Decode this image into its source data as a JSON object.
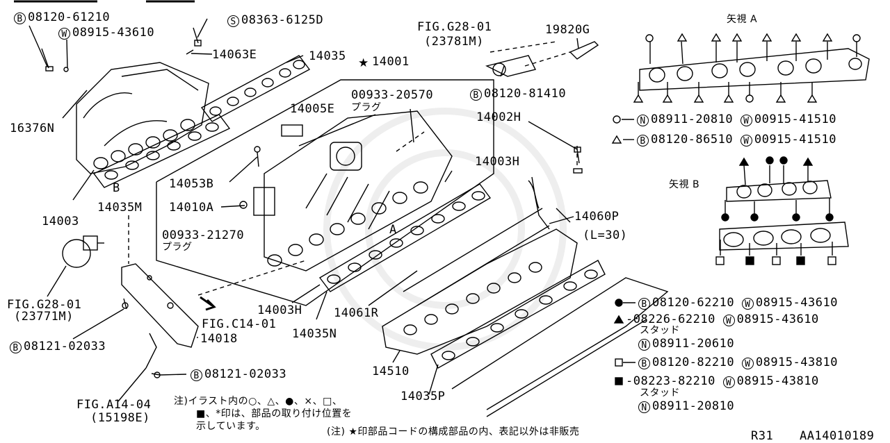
{
  "labels": {
    "b_0812061210": "08120-61210",
    "w_0891543610_top": "08915-43610",
    "s_083636125d": "08363-6125D",
    "p_14063e": "14063E",
    "p_14035": "14035",
    "p_14001": "14001",
    "p_16376n": "16376N",
    "p_14003": "14003",
    "p_14035m": "14035M",
    "fig_g2801_a": "FIG.G28-01",
    "fig_23781m": "(23781M)",
    "p_19820g": "19820G",
    "b_0812081410": "08120-81410",
    "p_14002h": "14002H",
    "p_0093320570": "00933-20570",
    "plug_1": "プラグ",
    "p_14005e": "14005E",
    "p_14003h_top": "14003H",
    "p_14053b": "14053B",
    "p_14010a": "14010A",
    "p_0093321270": "00933-21270",
    "plug_2": "プラグ",
    "p_14060p": "14060P",
    "l30": "(L=30)",
    "fig_g2801_b": "FIG.G28-01",
    "fig_23771m": "(23771M)",
    "b_0812102033_a": "08121-02033",
    "fig_c1401": "FIG.C14-01",
    "p_14018": "14018",
    "p_14003h_bot": "14003H",
    "p_14061r": "14061R",
    "p_14035n": "14035N",
    "p_14510": "14510",
    "b_0812102033_b": "08121-02033",
    "fig_a1404": "FIG.A14-04",
    "fig_15198e": "(15198E)",
    "p_14035p": "14035P",
    "view_a_marker": "A",
    "view_b_marker": "B"
  },
  "view_a": {
    "title": "矢視 A",
    "legend": [
      {
        "sym_b": "N",
        "part_b": "08911-20810",
        "sym_w": "W",
        "part_w": "00915-41510"
      },
      {
        "sym_b": "B",
        "part_b": "08120-86510",
        "sym_w": "W",
        "part_w": "00915-41510"
      }
    ]
  },
  "view_b": {
    "title": "矢視 B"
  },
  "legend_b": {
    "row1": {
      "sym": "B",
      "part": "08120-62210",
      "w": "W",
      "w_part": "08915-43610"
    },
    "row2": {
      "part": "08226-62210",
      "w": "W",
      "w_part": "08915-43610"
    },
    "row2_sub": "スタッド",
    "row3": {
      "sym": "N",
      "part": "08911-20610"
    },
    "row4": {
      "sym": "B",
      "part": "08120-82210",
      "w": "W",
      "w_part": "08915-43810"
    },
    "row5": {
      "part": "08223-82210",
      "w": "W",
      "w_part": "08915-43810"
    },
    "row5_sub": "スタッド",
    "row6": {
      "sym": "N",
      "part": "08911-20810"
    }
  },
  "notes": {
    "note1_line1": "注)イラスト内の○、△、●、×、□、",
    "note1_line2": "■、*印は、部品の取り付け位置を",
    "note1_line3": "示しています。",
    "note2": "(注) ★印部品コードの構成部品の内、表記以外は非販売"
  },
  "footer": {
    "model": "R31",
    "code": "AA14010189"
  }
}
